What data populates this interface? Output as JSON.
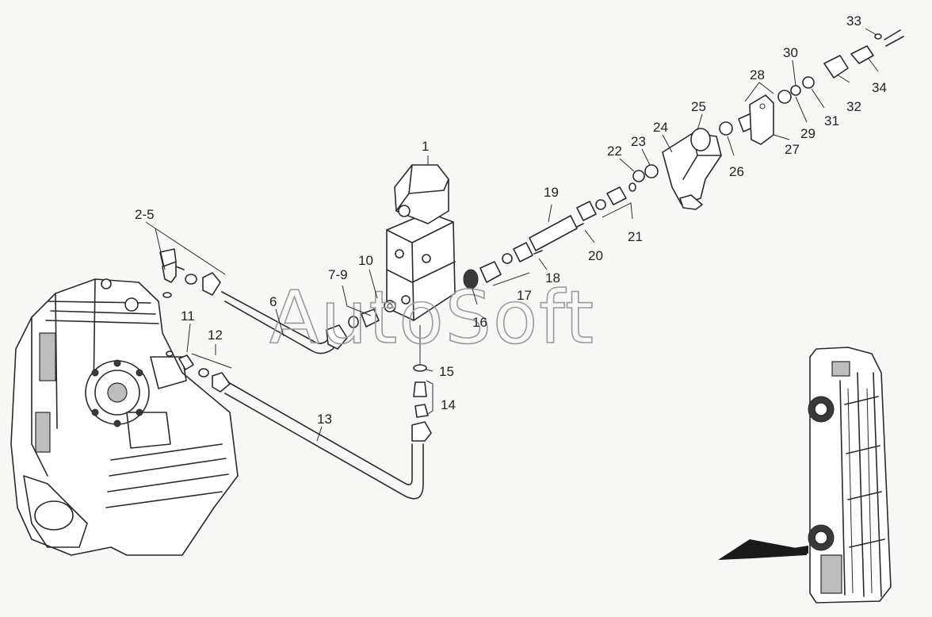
{
  "watermark": "AutoSoft",
  "callouts": {
    "c1": "1",
    "c2_5": "2-5",
    "c6": "6",
    "c7_9": "7-9",
    "c10": "10",
    "c11": "11",
    "c12": "12",
    "c13": "13",
    "c14": "14",
    "c15": "15",
    "c16": "16",
    "c17": "17",
    "c18": "18",
    "c19": "19",
    "c20": "20",
    "c21": "21",
    "c22": "22",
    "c23": "23",
    "c24": "24",
    "c25": "25",
    "c26": "26",
    "c27": "27",
    "c28": "28",
    "c29": "29",
    "c30": "30",
    "c31": "31",
    "c32": "32",
    "c33": "33",
    "c34": "34"
  }
}
